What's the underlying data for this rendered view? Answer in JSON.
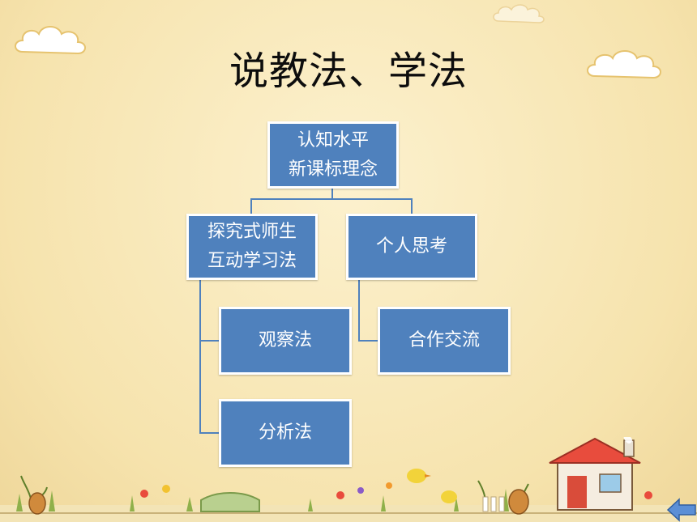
{
  "slide": {
    "title": "说教法、学法"
  },
  "diagram": {
    "root": {
      "line1": "认知水平",
      "line2": "新课标理念"
    },
    "left_branch": {
      "line1": "探究式师生",
      "line2": "互动学习法",
      "children": [
        "观察法",
        "分析法"
      ]
    },
    "right_branch": {
      "label": "个人思考",
      "children": [
        "合作交流"
      ]
    }
  },
  "colors": {
    "box_fill": "#4f81bd",
    "box_border": "#ffffff",
    "background": "#f7e7b6"
  },
  "icons": {
    "back_button": "left-arrow-icon"
  }
}
